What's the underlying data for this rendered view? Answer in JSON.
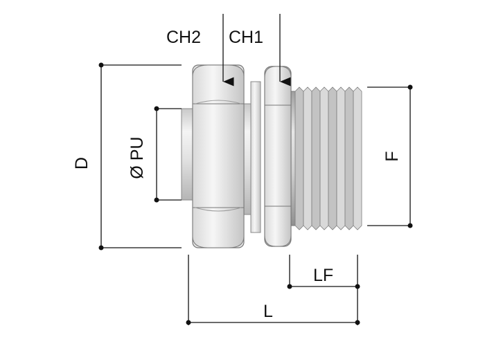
{
  "labels": {
    "ch2": "CH2",
    "ch1": "CH1",
    "d": "D",
    "pu": "Ø PU",
    "f": "F",
    "lf": "LF",
    "l": "L"
  },
  "colors": {
    "line": "#111111",
    "metal_light": "#f2f2f2",
    "metal_mid": "#d2d2d2",
    "metal_dark": "#a9a9a9",
    "edge": "#6f6f6f"
  }
}
